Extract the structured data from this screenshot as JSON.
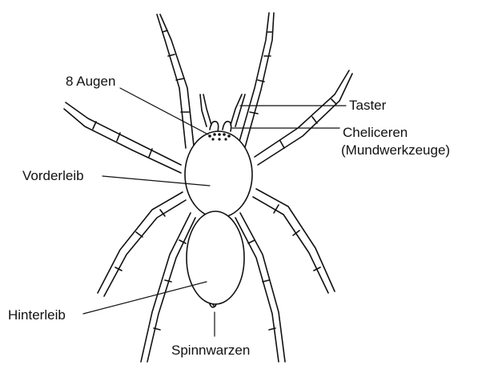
{
  "labels": {
    "augen": "8 Augen",
    "taster": "Taster",
    "cheliceren": "Cheliceren",
    "cheliceren_sub": "(Mundwerkzeuge)",
    "vorderleib": "Vorderleib",
    "hinterleib": "Hinterleib",
    "spinnwarzen": "Spinnwarzen"
  },
  "colors": {
    "ink": "#111111",
    "paper": "#ffffff"
  }
}
